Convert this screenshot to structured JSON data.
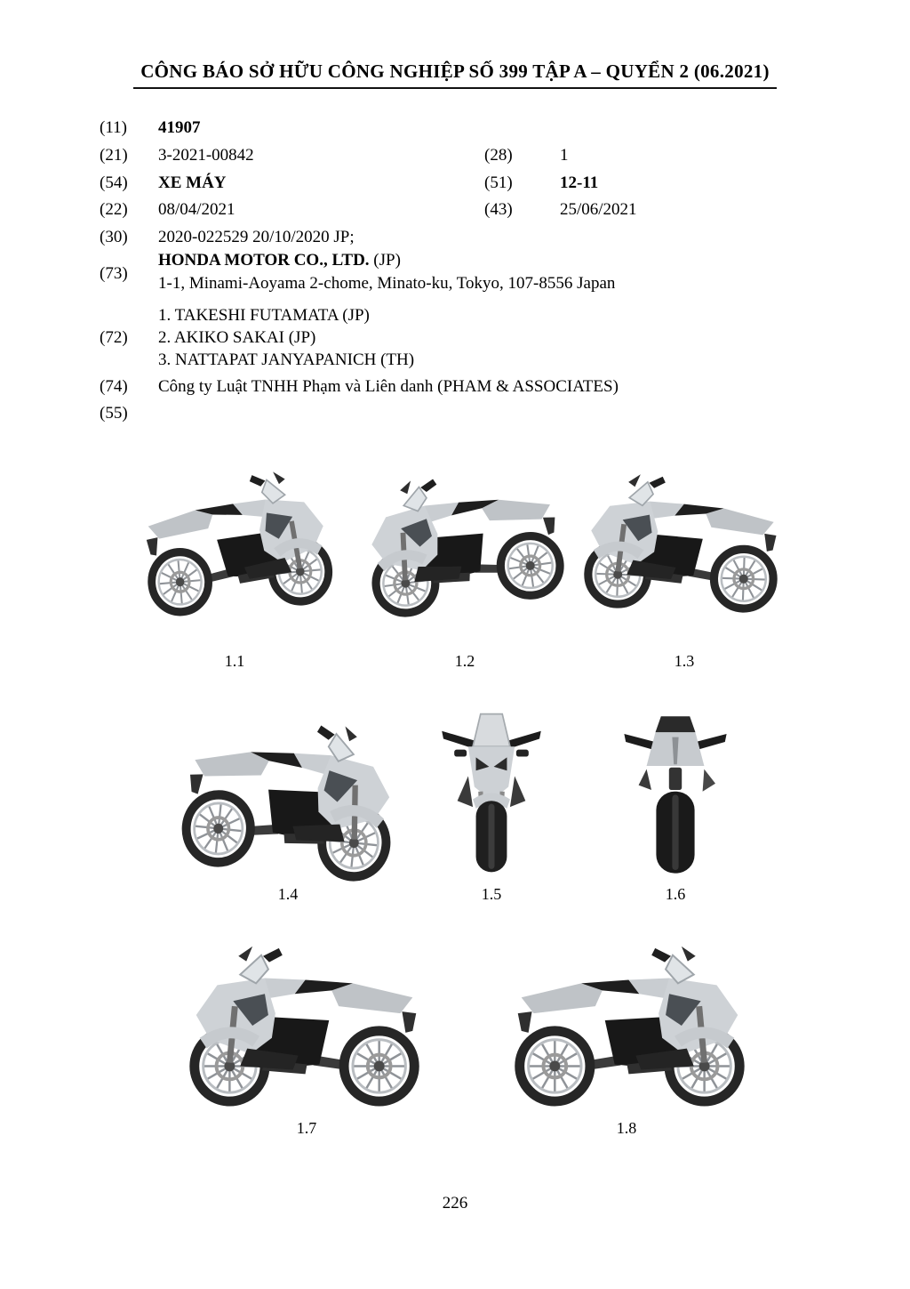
{
  "header": {
    "title": "CÔNG BÁO SỞ HỮU CÔNG NGHIỆP SỐ 399 TẬP A – QUYỂN 2 (06.2021)"
  },
  "biblio": {
    "f11": {
      "code": "(11)",
      "value": "41907"
    },
    "f21": {
      "code": "(21)",
      "value": "3-2021-00842"
    },
    "f28": {
      "code": "(28)",
      "value": "1"
    },
    "f54": {
      "code": "(54)",
      "value": "XE MÁY"
    },
    "f51": {
      "code": "(51)",
      "value": "12-11"
    },
    "f22": {
      "code": "(22)",
      "value": "08/04/2021"
    },
    "f43": {
      "code": "(43)",
      "value": "25/06/2021"
    },
    "f30": {
      "code": "(30)",
      "value": "2020-022529 20/10/2020 JP;"
    },
    "f73": {
      "code": "(73)",
      "holder": "HONDA MOTOR CO., LTD.",
      "holder_country": " (JP)",
      "address": "1-1, Minami-Aoyama 2-chome, Minato-ku, Tokyo, 107-8556 Japan"
    },
    "f72": {
      "code": "(72)",
      "authors": [
        "1. TAKESHI FUTAMATA (JP)",
        "2. AKIKO SAKAI (JP)",
        "3. NATTAPAT JANYAPANICH (TH)"
      ]
    },
    "f74": {
      "code": "(74)",
      "value": "Công ty Luật TNHH Phạm và Liên danh (PHAM & ASSOCIATES)"
    },
    "f55": {
      "code": "(55)",
      "value": ""
    }
  },
  "figures": [
    {
      "label": "1.1",
      "view": "motorcycle front-right perspective view"
    },
    {
      "label": "1.2",
      "view": "motorcycle front-left perspective view"
    },
    {
      "label": "1.3",
      "view": "motorcycle front-left perspective view"
    },
    {
      "label": "1.4",
      "view": "motorcycle rear-left perspective view"
    },
    {
      "label": "1.5",
      "view": "motorcycle front view"
    },
    {
      "label": "1.6",
      "view": "motorcycle rear view"
    },
    {
      "label": "1.7",
      "view": "motorcycle left side view"
    },
    {
      "label": "1.8",
      "view": "motorcycle right side view"
    }
  ],
  "footer": {
    "page_number": "226"
  }
}
